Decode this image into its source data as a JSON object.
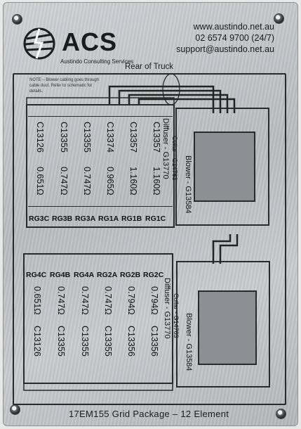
{
  "header": {
    "logo_text": "ACS",
    "company_name": "Austindo Consulting Services",
    "website": "www.austindo.net.au",
    "phone": "02 6574 9700 (24/7)",
    "email": "support@austindo.net.au",
    "position_note": "Rear of Truck"
  },
  "note": "NOTE – Blower cabling goes through cable duct. Refer to schematic for details.",
  "top_row": [
    {
      "code": "C13126",
      "resistance": "0.651Ω",
      "tag": "RG3C"
    },
    {
      "code": "C13355",
      "resistance": "0.747Ω",
      "tag": "RG3B"
    },
    {
      "code": "C13355",
      "resistance": "0.747Ω",
      "tag": "RG3A"
    },
    {
      "code": "C13374",
      "resistance": "0.965Ω",
      "tag": "RG1A"
    },
    {
      "code": "C13357",
      "resistance": "1.160Ω",
      "tag": "RG1B"
    },
    {
      "code": "C13357",
      "resistance": "1.160Ω",
      "tag": "RG1C"
    }
  ],
  "bottom_row": [
    {
      "code": "C13126",
      "resistance": "0.651Ω",
      "tag": "RG4C"
    },
    {
      "code": "C13355",
      "resistance": "0.747Ω",
      "tag": "RG4B"
    },
    {
      "code": "C13355",
      "resistance": "0.747Ω",
      "tag": "RG4A"
    },
    {
      "code": "C13355",
      "resistance": "0.747Ω",
      "tag": "RG2A"
    },
    {
      "code": "C13356",
      "resistance": "0.794Ω",
      "tag": "RG2B"
    },
    {
      "code": "C13356",
      "resistance": "0.794Ω",
      "tag": "RG2C"
    }
  ],
  "top_assembly": {
    "diffuser": "Diffuser - G13770",
    "collar": "Collar - G14763",
    "blower": "Blower - G13584"
  },
  "bottom_assembly": {
    "diffuser": "Diffuser - G13770",
    "collar": "Collar - G14763",
    "blower": "Blower - G13584"
  },
  "footer": {
    "title": "17EM155 Grid Package – 12 Element"
  }
}
